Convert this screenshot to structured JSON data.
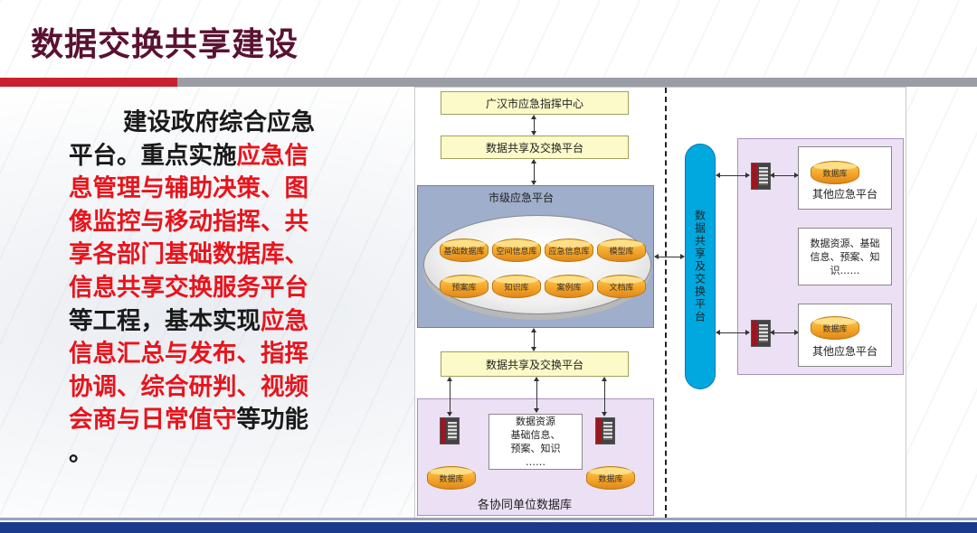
{
  "slide": {
    "title": "数据交换共享建设",
    "body_segments": [
      {
        "text": "建设政府综合应急平台。重点实施",
        "highlight": false
      },
      {
        "text": "应急信息管理与辅助决策、图像监控与移动指挥、共享各部门基础数据库、信息共享交换服务平台",
        "highlight": true
      },
      {
        "text": "等工程，基本实现",
        "highlight": false
      },
      {
        "text": "应急信息汇总与发布、指挥协调、综合研判、视频会商与日常值守",
        "highlight": true
      },
      {
        "text": "等功能 。",
        "highlight": false
      }
    ],
    "colors": {
      "title": "#5a1232",
      "highlight": "#e8141c",
      "rule_red": "#c8202e",
      "rule_gray": "#9a9da6",
      "bottom_bar": "#1b3a8c"
    }
  },
  "diagram": {
    "top_center": "广汉市应急指挥中心",
    "exchange_top": "数据共享及交换平台",
    "city_platform": "市级应急平台",
    "city_dbs_row1": [
      "基础数据库",
      "空间信息库",
      "应急信息库",
      "模型库"
    ],
    "city_dbs_row2": [
      "预案库",
      "知识库",
      "案例库",
      "文档库"
    ],
    "exchange_bottom": "数据共享及交换平台",
    "coop_units": "各协同单位数据库",
    "coop_resources": [
      "数据资源",
      "基础信息、",
      "预案、知识",
      "……"
    ],
    "coop_db_left": "数据库",
    "coop_db_right": "数据库",
    "hub": "数据共享及交换平台",
    "right_top_db": "数据库",
    "right_top_label": "其他应急平台",
    "right_middle": [
      "数据资源、基础",
      "信息、预案、知",
      "识……"
    ],
    "right_bottom_db": "数据库",
    "right_bottom_label": "其他应急平台"
  }
}
